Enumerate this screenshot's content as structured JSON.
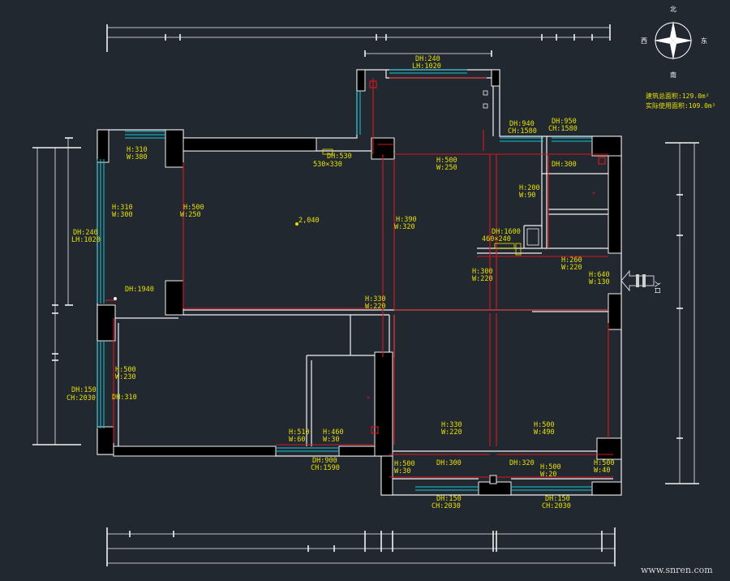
{
  "compass": {
    "north": "北",
    "south": "南",
    "west": "西",
    "east": "东"
  },
  "area_info": {
    "total": "建筑总面积:129.0m²",
    "usable": "实际使用面积:109.0m²"
  },
  "entrance_text": "入口",
  "watermark": "www.snren.com",
  "labels": [
    {
      "id": "l1",
      "text": "DH:240"
    },
    {
      "id": "l2",
      "text": "LH:1020"
    },
    {
      "id": "l3",
      "text": "DH:940"
    },
    {
      "id": "l4",
      "text": "CH:1580"
    },
    {
      "id": "l5",
      "text": "DH:950"
    },
    {
      "id": "l6",
      "text": "CH:1580"
    },
    {
      "id": "l7",
      "text": "H:310"
    },
    {
      "id": "l8",
      "text": "W:380"
    },
    {
      "id": "l9",
      "text": "DH:530"
    },
    {
      "id": "l10",
      "text": "530×330"
    },
    {
      "id": "l11",
      "text": "H:500"
    },
    {
      "id": "l12",
      "text": "W:250"
    },
    {
      "id": "l13",
      "text": "DH:300"
    },
    {
      "id": "l14",
      "text": "H:200"
    },
    {
      "id": "l15",
      "text": "W:90"
    },
    {
      "id": "l16",
      "text": "H:310"
    },
    {
      "id": "l17",
      "text": "W:300"
    },
    {
      "id": "l18",
      "text": "H:500"
    },
    {
      "id": "l19",
      "text": "W:250"
    },
    {
      "id": "l20",
      "text": "DH:240"
    },
    {
      "id": "l21",
      "text": "LH:1020"
    },
    {
      "id": "l22",
      "text": "2,040"
    },
    {
      "id": "l23",
      "text": "H:390"
    },
    {
      "id": "l24",
      "text": "W:320"
    },
    {
      "id": "l25",
      "text": "DH:1600"
    },
    {
      "id": "l26",
      "text": "460×240"
    },
    {
      "id": "l27",
      "text": "H:260"
    },
    {
      "id": "l28",
      "text": "W:220"
    },
    {
      "id": "l29",
      "text": "H:300"
    },
    {
      "id": "l30",
      "text": "W:220"
    },
    {
      "id": "l31",
      "text": "H:640"
    },
    {
      "id": "l32",
      "text": "W:130"
    },
    {
      "id": "l33",
      "text": "DH:1940"
    },
    {
      "id": "l34",
      "text": "H:330"
    },
    {
      "id": "l35",
      "text": "W:220"
    },
    {
      "id": "l36",
      "text": "DH:150"
    },
    {
      "id": "l37",
      "text": "CH:2030"
    },
    {
      "id": "l38",
      "text": "H:500"
    },
    {
      "id": "l39",
      "text": "W:230"
    },
    {
      "id": "l40",
      "text": "DH:310"
    },
    {
      "id": "l41",
      "text": "H:510"
    },
    {
      "id": "l42",
      "text": "W:60"
    },
    {
      "id": "l43",
      "text": "H:460"
    },
    {
      "id": "l44",
      "text": "W:30"
    },
    {
      "id": "l45",
      "text": "DH:900"
    },
    {
      "id": "l46",
      "text": "CH:1590"
    },
    {
      "id": "l47",
      "text": "H:330"
    },
    {
      "id": "l48",
      "text": "W:220"
    },
    {
      "id": "l49",
      "text": "H:500"
    },
    {
      "id": "l50",
      "text": "W:490"
    },
    {
      "id": "l51",
      "text": "H:500"
    },
    {
      "id": "l52",
      "text": "W:30"
    },
    {
      "id": "l53",
      "text": "DH:300"
    },
    {
      "id": "l54",
      "text": "DH:320"
    },
    {
      "id": "l55",
      "text": "H:500"
    },
    {
      "id": "l56",
      "text": "W:20"
    },
    {
      "id": "l57",
      "text": "H:500"
    },
    {
      "id": "l58",
      "text": "W:40"
    },
    {
      "id": "l59",
      "text": "DH:150"
    },
    {
      "id": "l60",
      "text": "CH:2030"
    },
    {
      "id": "l61",
      "text": "DH:150"
    },
    {
      "id": "l62",
      "text": "CH:2030"
    }
  ]
}
